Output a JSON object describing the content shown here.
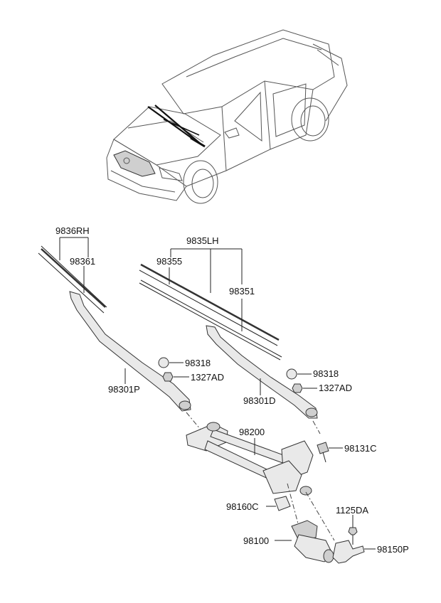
{
  "labels": {
    "p9836RH": "9836RH",
    "p98361": "98361",
    "p9835LH": "9835LH",
    "p98355": "98355",
    "p98351": "98351",
    "p98318_right": "98318",
    "p98318_left": "98318",
    "p1327AD_right": "1327AD",
    "p1327AD_left": "1327AD",
    "p98301P": "98301P",
    "p98301D": "98301D",
    "p98200": "98200",
    "p98131C": "98131C",
    "p98160C": "98160C",
    "p1125DA": "1125DA",
    "p98100": "98100",
    "p98150P": "98150P"
  }
}
